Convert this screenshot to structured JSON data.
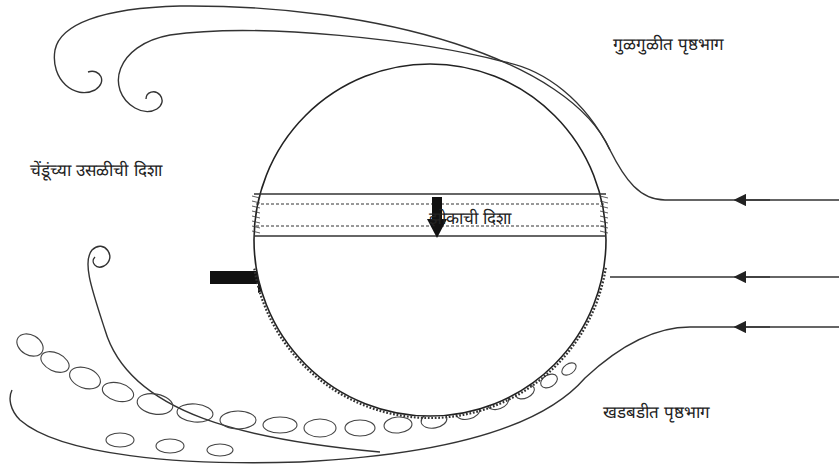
{
  "diagram": {
    "nodes": [
      {
        "text": [
          "झोकाची दिशा"
        ]
      }
    ],
    "labels": [
      "गुळगुळीत पृष्ठभाग",
      "चेंडूंच्या उसळीची दिशा",
      "खडबडीत पृष्ठभाग"
    ]
  }
}
